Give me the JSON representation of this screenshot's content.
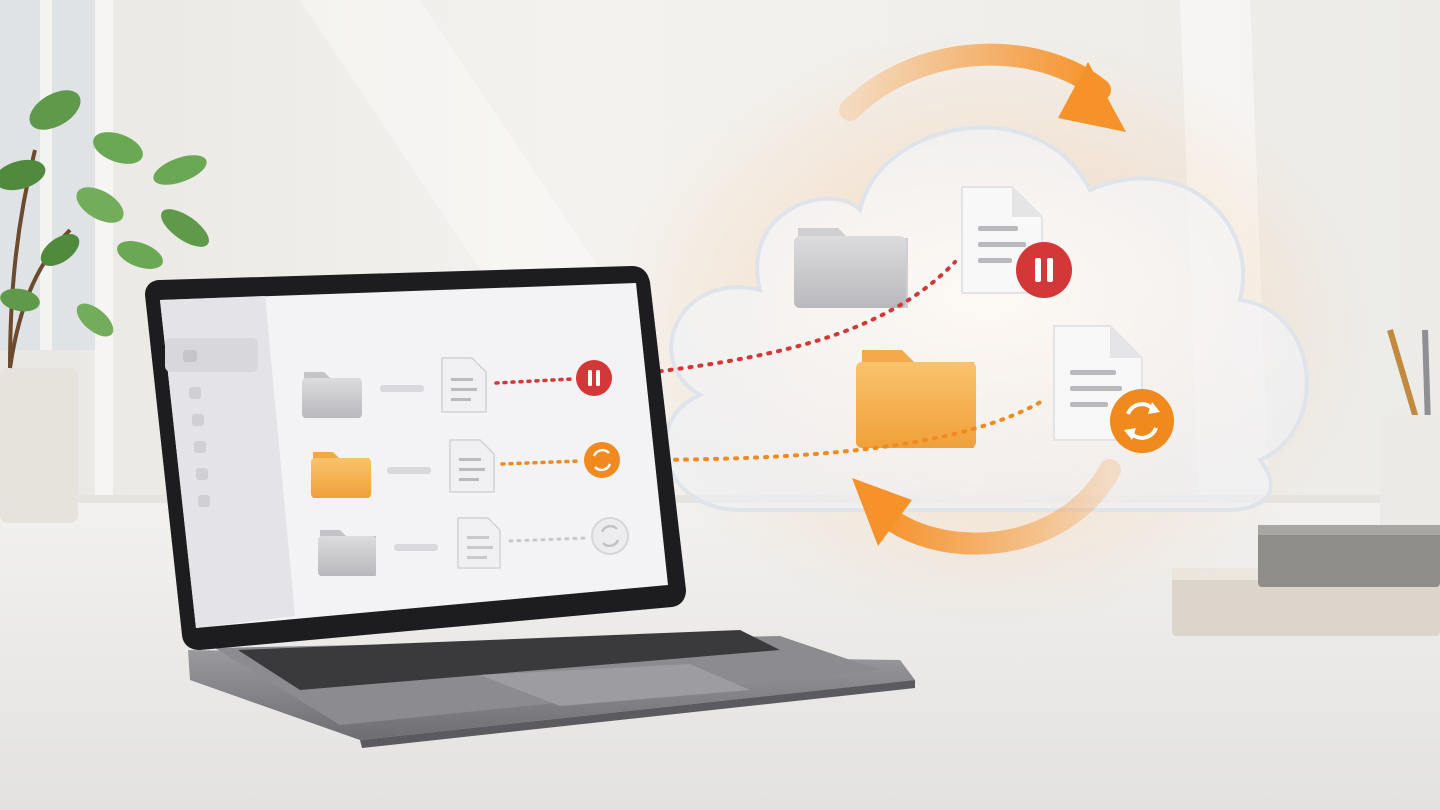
{
  "scene": {
    "description_type": "illustration",
    "subject": "laptop-to-cloud-file-sync",
    "laptop_screen": {
      "sidebar_items": 5,
      "rows": [
        {
          "folder": "gray-folder-icon",
          "file": "document-icon",
          "status": "pause-icon",
          "status_color": "#d43737",
          "line_color": "#d43737"
        },
        {
          "folder": "orange-folder-icon",
          "file": "document-icon",
          "status": "sync-icon",
          "status_color": "#f08a1e",
          "line_color": "#f08a1e"
        },
        {
          "folder": "gray-folder-icon",
          "file": "document-icon",
          "status": "sync-icon",
          "status_color": "#c8c8c8",
          "line_color": "#c8c8c8"
        }
      ]
    },
    "cloud": {
      "items": [
        {
          "icon": "gray-folder-icon"
        },
        {
          "icon": "document-icon",
          "badge": "pause-icon",
          "badge_color": "#d43737"
        },
        {
          "icon": "orange-folder-icon"
        },
        {
          "icon": "document-icon",
          "badge": "sync-icon",
          "badge_color": "#f08a1e"
        }
      ],
      "arrows": [
        "sync-arrow-top-icon",
        "sync-arrow-bottom-icon"
      ],
      "arrow_color": "#f6922a"
    },
    "props": [
      "plant-icon",
      "pencil-cup-icon",
      "book-stack-icon"
    ],
    "colors": {
      "accent_orange": "#f6922a",
      "accent_red": "#d43737",
      "folder_orange": "#f6b452",
      "folder_gray": "#c9c9cc"
    }
  }
}
